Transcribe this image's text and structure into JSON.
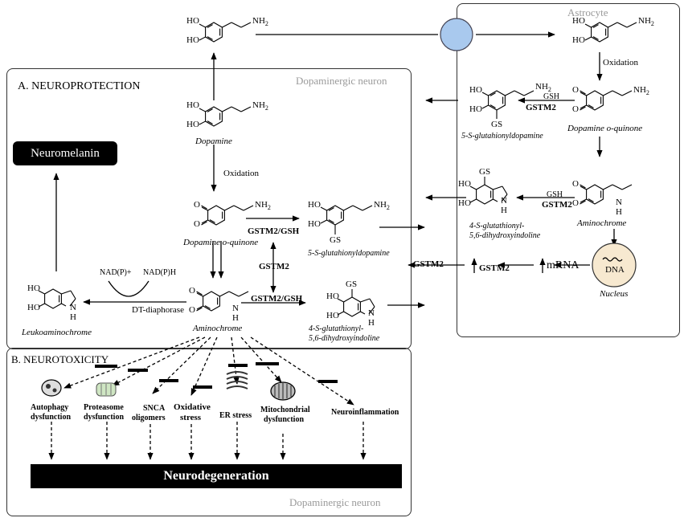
{
  "panel_a": {
    "title": "A. NEUROPROTECTION",
    "region": "Dopaminergic neuron"
  },
  "panel_b": {
    "title": "B. NEUROTOXICITY",
    "region": "Dopaminergic neuron"
  },
  "astrocyte": {
    "region": "Astrocyte"
  },
  "boxes": {
    "neuromelanin": "Neuromelanin",
    "neurodegeneration": "Neurodegeneration"
  },
  "molecules": {
    "dopamine": "Dopamine",
    "dopamine_quinone": "Dopamine o-quinone",
    "aminochrome": "Aminochrome",
    "leukoaminochrome": "Leukoaminochrome",
    "glutathionyldopamine": "5-S-glutahionyldopamine",
    "dihydroxyindoline_1": "4-S-glutathionyl-",
    "dihydroxyindoline_2": "5,6-dihydroxyindoline"
  },
  "atoms": {
    "ho": "HO",
    "nh2": "NH",
    "nh2_sub": "2",
    "o": "O",
    "gs": "GS",
    "nh": "N",
    "h": "H"
  },
  "steps": {
    "oxidation": "Oxidation",
    "gstm2_gsh": "GSTM2/GSH",
    "gstm2": "GSTM2",
    "gsh": "GSH",
    "nadph_ox": "NAD(P)+",
    "nadph_red": "NAD(P)H",
    "dt_diaphorase": "DT-diaphorase",
    "mrna": "mRNA",
    "dna": "DNA",
    "nucleus": "Nucleus"
  },
  "toxicity": [
    {
      "line1": "Autophagy",
      "line2": "dysfunction",
      "icon": "autophagy-icon"
    },
    {
      "line1": "Proteasome",
      "line2": "dysfunction",
      "icon": "proteasome-icon"
    },
    {
      "line1": "SNCA",
      "line2": "oligomers",
      "icon": "snca-icon"
    },
    {
      "line1": "Oxidative",
      "line2": "stress",
      "icon": ""
    },
    {
      "line1": "ER stress",
      "line2": "",
      "icon": "er-icon"
    },
    {
      "line1": "Mitochondrial",
      "line2": "dysfunction",
      "icon": "mitochondria-icon"
    },
    {
      "line1": "Neuroinflammation",
      "line2": "",
      "icon": ""
    }
  ],
  "colors": {
    "transporter": "#a9c9ee",
    "nucleus": "#f7e9d0",
    "box": "#000000",
    "region": "#9a9a9a"
  }
}
